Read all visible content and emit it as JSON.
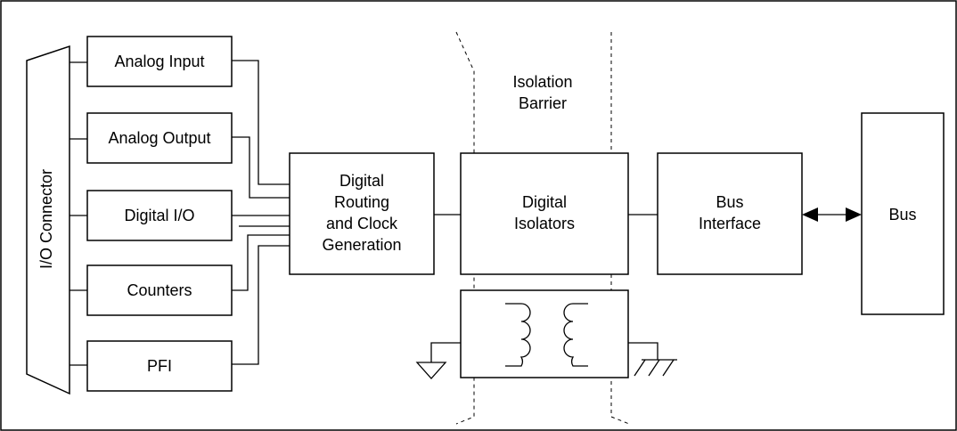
{
  "diagram": {
    "connector_label": "I/O Connector",
    "io_blocks": [
      "Analog Input",
      "Analog Output",
      "Digital I/O",
      "Counters",
      "PFI"
    ],
    "routing_lines": [
      "Digital",
      "Routing",
      "and Clock",
      "Generation"
    ],
    "barrier_lines": [
      "Isolation",
      "Barrier"
    ],
    "isolators_lines": [
      "Digital",
      "Isolators"
    ],
    "bus_interface_lines": [
      "Bus",
      "Interface"
    ],
    "bus_label": "Bus"
  }
}
